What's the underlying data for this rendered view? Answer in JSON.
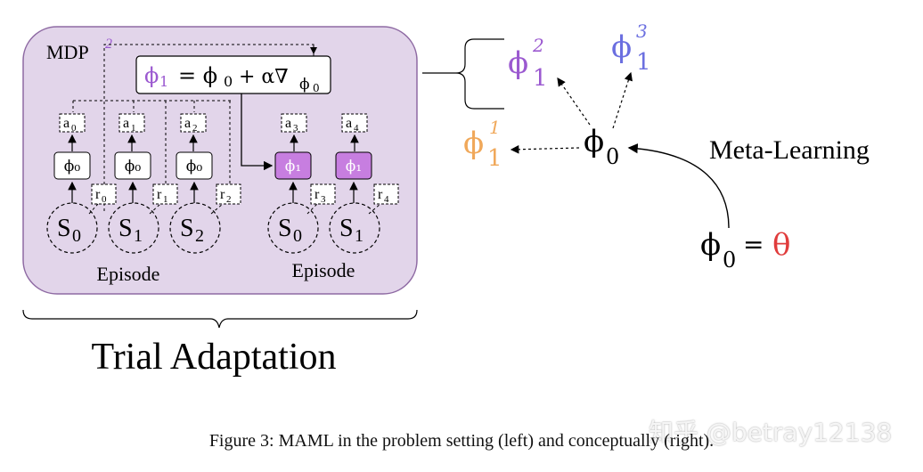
{
  "diagram": {
    "mdp_label": "MDP",
    "mdp_superscript": "2",
    "update_rule": {
      "lhs": "ϕ",
      "lhs_sub": "1",
      "rhs": "= ϕ",
      "rhs_sub": "0",
      "rhs_tail": "+ α∇",
      "grad_sub": "ϕ",
      "grad_sub2": "0"
    },
    "actions": [
      "a",
      "a",
      "a",
      "a",
      "a"
    ],
    "action_subs": [
      "0",
      "1",
      "2",
      "3",
      "4"
    ],
    "rewards": [
      "r",
      "r",
      "r",
      "r",
      "r"
    ],
    "reward_subs": [
      "0",
      "1",
      "2",
      "3",
      "4"
    ],
    "policy_labels": [
      "ϕ₀",
      "ϕ₀",
      "ϕ₀",
      "ϕ₁",
      "ϕ₁"
    ],
    "states": [
      "S",
      "S",
      "S",
      "S",
      "S"
    ],
    "state_subs": [
      "0",
      "1",
      "2",
      "0",
      "1"
    ],
    "episode_labels": [
      "Episode",
      "Episode"
    ],
    "trial_adaptation": "Trial Adaptation",
    "meta": {
      "phi": "ϕ",
      "phi1_2_sub": "1",
      "phi1_2_sup": "2",
      "phi1_3_sub": "1",
      "phi1_3_sup": "3",
      "phi1_1_sub": "1",
      "phi1_1_sup": "1",
      "phi0_sub": "0",
      "meta_learning": "Meta-Learning",
      "init_lhs_sub": "0",
      "init_eq": "=",
      "theta": "θ"
    },
    "colors": {
      "mdp_fill": "#e2d5ea",
      "mdp_stroke": "#8e6aa3",
      "adapted_fill": "#c77ee0",
      "purple": "#9b59d0",
      "blue": "#6b6fe0",
      "orange": "#f0a85a",
      "red": "#e03c3c"
    }
  },
  "caption": "Figure 3: MAML in the problem setting (left) and conceptually (right).",
  "watermark": "知乎 @betray12138"
}
